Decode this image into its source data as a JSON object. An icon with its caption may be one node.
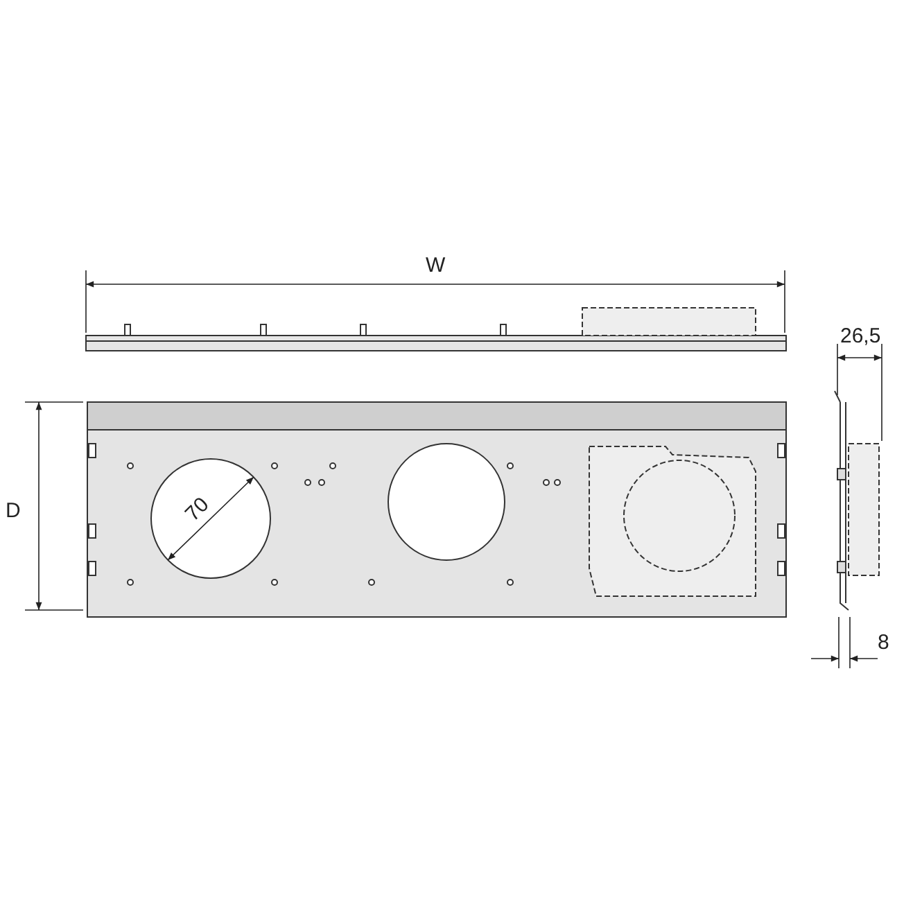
{
  "diagram": {
    "labels": [
      "W",
      "26,5",
      "D",
      "70",
      "8"
    ]
  }
}
